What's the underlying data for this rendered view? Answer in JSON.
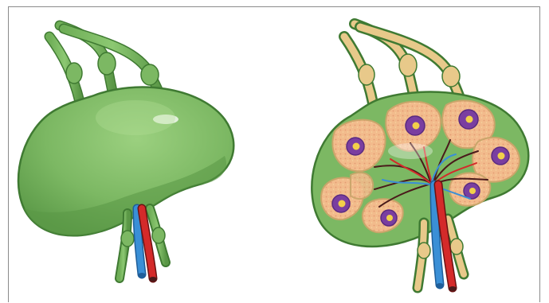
{
  "figure": {
    "panels": [
      {
        "id": "external",
        "depicts": "lymph-node-external-view"
      },
      {
        "id": "cross-section",
        "depicts": "lymph-node-cross-section"
      }
    ],
    "colors": {
      "node_green": "#7cb863",
      "node_green_dark": "#4f8f3e",
      "node_outline": "#3f7a32",
      "lobule_fill": "#f0b98c",
      "lobule_outline": "#c9a56a",
      "trabecula": "#e8c98a",
      "follicle_purple": "#7a3ea0",
      "follicle_core": "#f2d04a",
      "artery_red": "#d42a2a",
      "vein_blue": "#3a8fd6",
      "vessel_dark": "#4a1a1a"
    }
  }
}
